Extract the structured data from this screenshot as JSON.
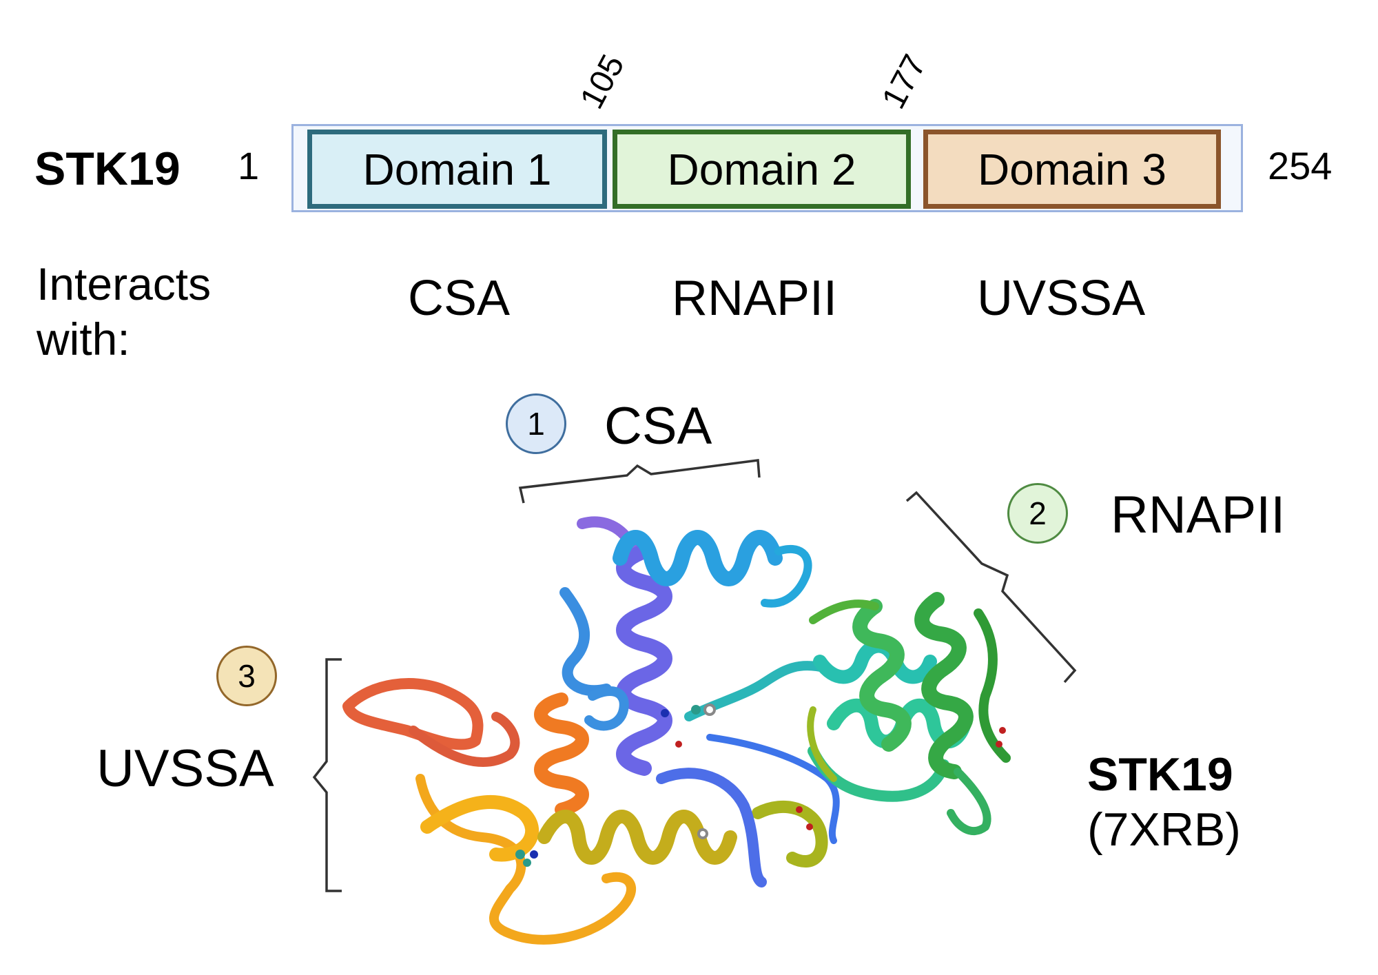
{
  "protein": {
    "name": "STK19",
    "start": "1",
    "end": "254",
    "boundaries": [
      "105",
      "177"
    ]
  },
  "domains": [
    {
      "label": "Domain 1",
      "fill": "#d9eff6",
      "border": "#2e6b7d"
    },
    {
      "label": "Domain 2",
      "fill": "#e1f4d9",
      "border": "#336e27"
    },
    {
      "label": "Domain 3",
      "fill": "#f3dcbf",
      "border": "#8b552b"
    }
  ],
  "interacts": {
    "label": "Interacts with:",
    "partners": [
      "CSA",
      "RNAPII",
      "UVSSA"
    ]
  },
  "binding_sites": [
    {
      "number": "1",
      "partner": "CSA",
      "color": "#dce9f8"
    },
    {
      "number": "2",
      "partner": "RNAPII",
      "color": "#e1f4d9"
    },
    {
      "number": "3",
      "partner": "UVSSA",
      "color": "#f4e3b7"
    }
  ],
  "structure": {
    "name": "STK19",
    "pdb": "(7XRB)",
    "rendering": "rainbow-ribbon-protein-structure"
  }
}
